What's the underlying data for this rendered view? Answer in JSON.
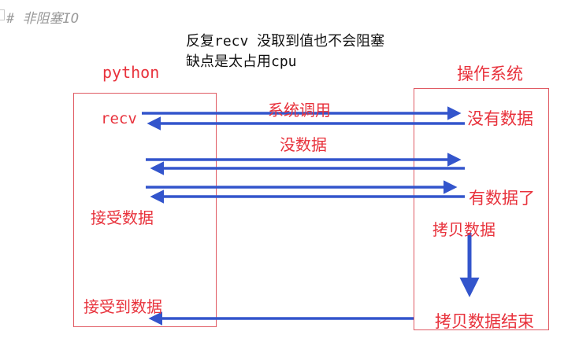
{
  "comment": "# 非阻塞IO",
  "notes": {
    "line1": "反复recv 没取到值也不会阻塞",
    "line2": "缺点是太占用cpu"
  },
  "left": {
    "title": "python",
    "recv": "recv",
    "accept": "接受数据",
    "accepted": "接受到数据"
  },
  "right": {
    "title": "操作系统",
    "no_data": "没有数据",
    "has_data": "有数据了",
    "copy": "拷贝数据",
    "copy_done": "拷贝数据结束"
  },
  "arrows": {
    "syscall": "系统调用",
    "no_data": "没数据"
  },
  "colors": {
    "text_red": "#e8323c",
    "arrow_blue": "#3355cc",
    "box_border": "#e05a63"
  }
}
